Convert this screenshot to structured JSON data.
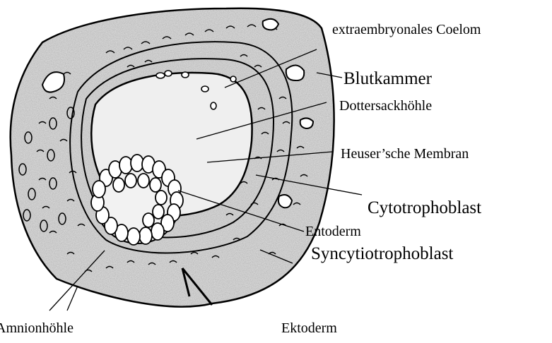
{
  "labels": {
    "extraembryonales_coelom": "extraembryonales Coelom",
    "blutkammer": "Blutkammer",
    "dottersackhoehle": "Dottersackhöhle",
    "heuser_membran": "Heuser’sche Membran",
    "cytotrophoblast": "Cytotrophoblast",
    "entoderm": "Entoderm",
    "syncytiotrophoblast": "Syncytiotrophoblast",
    "amnionhoehle": "Amnionhöhle",
    "ektoderm": "Ektoderm"
  },
  "colors": {
    "tissue_fill": "#e4e4e4",
    "cavity_fill": "#efefef",
    "ink": "#000000",
    "background": "#ffffff"
  }
}
